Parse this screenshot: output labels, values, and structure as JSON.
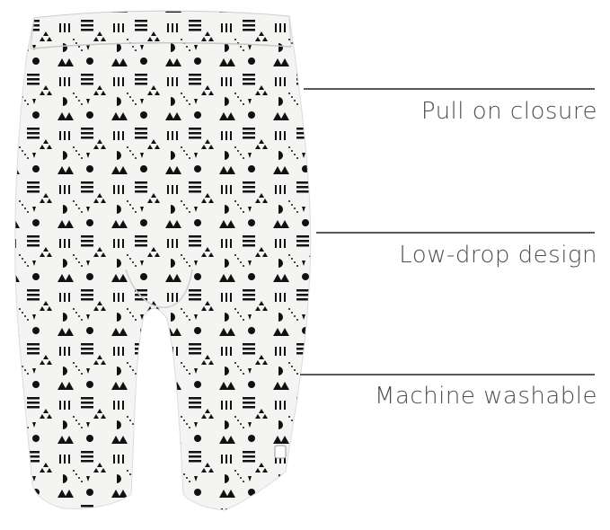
{
  "features": [
    {
      "label": "Pull on closure"
    },
    {
      "label": "Low-drop design"
    },
    {
      "label": "Machine washable"
    }
  ],
  "colors": {
    "fabric": "#f4f4f2",
    "print": "#111111",
    "line": "#555a60",
    "text": "#4a4f55"
  },
  "product_image": {
    "icon": "baby-pants-illustration"
  }
}
